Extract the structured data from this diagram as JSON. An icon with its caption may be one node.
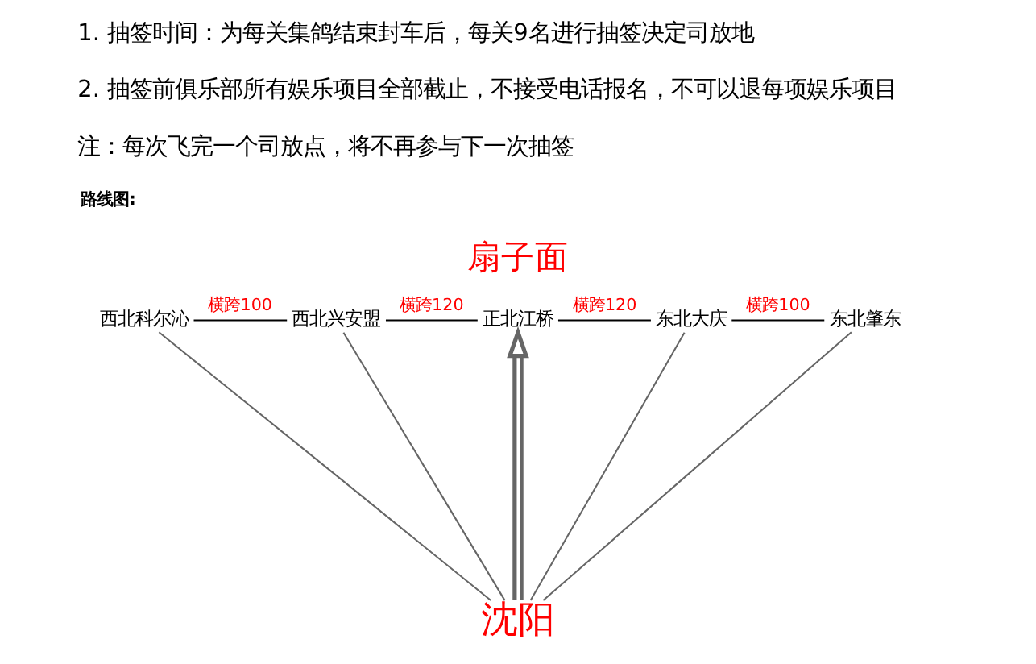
{
  "diagram": {
    "nodes": [
      {
        "text": [
          "西北科尔沁"
        ]
      },
      {
        "text": [
          "西北兴安盟"
        ]
      },
      {
        "text": [
          "正北江桥"
        ]
      },
      {
        "text": [
          "东北大庆"
        ]
      },
      {
        "text": [
          "东北肇东"
        ]
      },
      {
        "text": [
          "沈阳"
        ]
      }
    ],
    "edges": [
      {
        "from": 0,
        "to": 1,
        "arrow": "none",
        "label": "横跨100",
        "color": "#000000"
      },
      {
        "from": 1,
        "to": 2,
        "arrow": "none",
        "label": "横跨120",
        "color": "#000000"
      },
      {
        "from": 2,
        "to": 3,
        "arrow": "none",
        "label": "横跨120",
        "color": "#000000"
      },
      {
        "from": 3,
        "to": 4,
        "arrow": "none",
        "label": "横跨100",
        "color": "#000000"
      },
      {
        "from": 5,
        "to": 0,
        "arrow": "none"
      },
      {
        "from": 5,
        "to": 1,
        "arrow": "none"
      },
      {
        "from": 5,
        "to": 2,
        "arrow": "to",
        "style": "thick"
      },
      {
        "from": 5,
        "to": 3,
        "arrow": "none"
      },
      {
        "from": 5,
        "to": 4,
        "arrow": "none"
      }
    ],
    "labels": [
      "1. 抽签时间：为每关集鸽结束封车后，每关9名进行抽签决定司放地",
      "2. 抽签前俱乐部所有娱乐项目全部截止，不接受电话报名，不可以退每项娱乐项目",
      "注：每次飞完一个司放点，将不再参与下一次抽签",
      "路线图:",
      "扇子面"
    ]
  }
}
